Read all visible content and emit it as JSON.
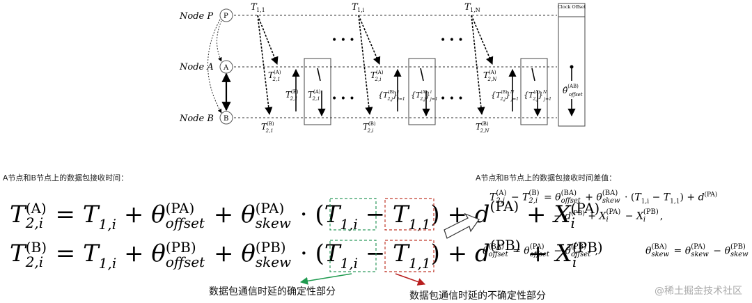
{
  "diagram": {
    "nodes": [
      {
        "label": "Node P",
        "circle": "P"
      },
      {
        "label": "Node A",
        "circle": "A"
      },
      {
        "label": "Node B",
        "circle": "B"
      }
    ],
    "top_times": [
      "T",
      "T",
      "T"
    ],
    "top_time_subs": [
      "1,1",
      "1,i",
      "1,N"
    ],
    "ellipsis": "• • •",
    "clock_offset": "Clock Offset"
  },
  "captions": {
    "left_title": "A节点和B节点上的数据包接收时间：",
    "right_title": "A节点和B节点上的数据包接收时间差值：",
    "green_note": "数据包通信时延的确定性部分",
    "red_note": "数据包通信时延的不确定性部分"
  },
  "colors": {
    "green_box": "#2e9a5e",
    "red_box": "#c0392b",
    "green_arrow": "#1f9a4f",
    "red_arrow": "#b81e1e"
  },
  "watermark": "@稀土掘金技术社区"
}
